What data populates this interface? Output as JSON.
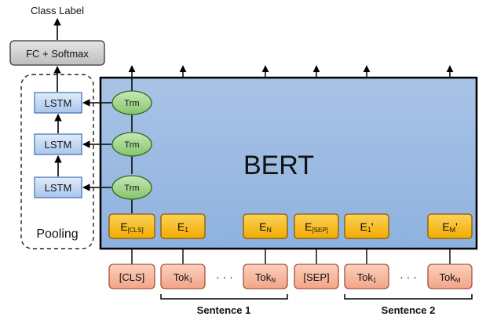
{
  "output": {
    "class_label": "Class Label",
    "fc_softmax": "FC + Softmax"
  },
  "pooling": {
    "label": "Pooling",
    "lstm_units": [
      "LSTM",
      "LSTM",
      "LSTM"
    ]
  },
  "bert": {
    "title": "BERT",
    "trm_units": [
      "Trm",
      "Trm",
      "Trm"
    ]
  },
  "embeddings": [
    {
      "main": "E",
      "sub": "[CLS]"
    },
    {
      "main": "E",
      "sub": "1"
    },
    {
      "main": "E",
      "sub": "N"
    },
    {
      "main": "E",
      "sub": "[SEP]"
    },
    {
      "main": "E",
      "sub": "1",
      "prime": "'"
    },
    {
      "main": "E",
      "sub": "M",
      "prime": "'"
    }
  ],
  "tokens": [
    {
      "main": "[CLS]",
      "sub": ""
    },
    {
      "main": "Tok",
      "sub": "1"
    },
    {
      "main": "Tok",
      "sub": "N"
    },
    {
      "main": "[SEP]",
      "sub": ""
    },
    {
      "main": "Tok",
      "sub": "1"
    },
    {
      "main": "Tok",
      "sub": "M"
    }
  ],
  "ellipsis": [
    "· · ·",
    "· · ·"
  ],
  "segments": [
    "Sentence 1",
    "Sentence 2"
  ],
  "colors": {
    "bert_fill_top": "#a9c3e6",
    "bert_fill_bottom": "#7ea6d8",
    "lstm_fill": "#c5daf4",
    "trm_fill": "#9fd48a",
    "emb_fill": "#f7b814",
    "tok_fill": "#f7b8a0",
    "fc_fill": "#d0d0d0"
  }
}
